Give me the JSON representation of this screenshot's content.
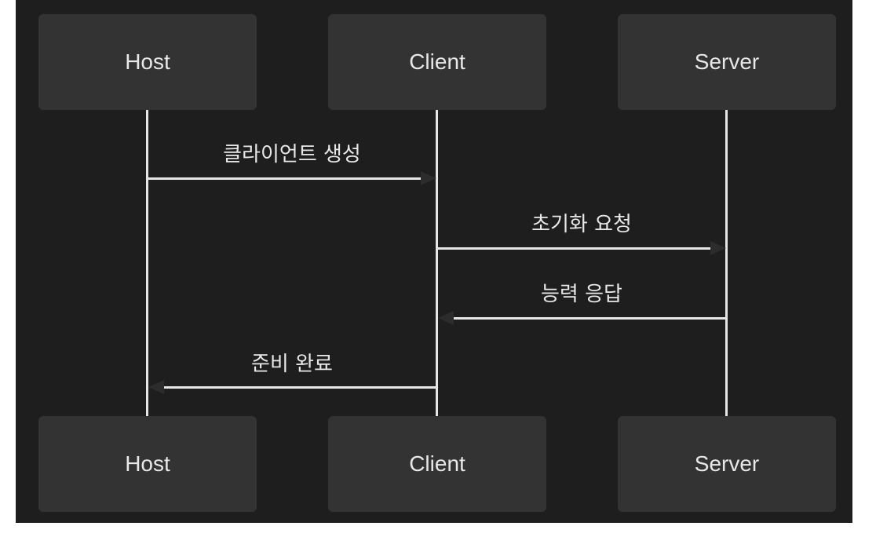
{
  "participants": [
    {
      "label": "Host"
    },
    {
      "label": "Client"
    },
    {
      "label": "Server"
    }
  ],
  "messages": [
    {
      "from": "Host",
      "to": "Client",
      "label": "클라이언트 생성"
    },
    {
      "from": "Client",
      "to": "Server",
      "label": "초기화 요청"
    },
    {
      "from": "Server",
      "to": "Client",
      "label": "능력 응답"
    },
    {
      "from": "Client",
      "to": "Host",
      "label": "준비 완료"
    }
  ],
  "colors": {
    "background": "#1e1e1e",
    "actor_box": "#333333",
    "line": "#e6e6e6",
    "text": "#e8e8e8"
  }
}
